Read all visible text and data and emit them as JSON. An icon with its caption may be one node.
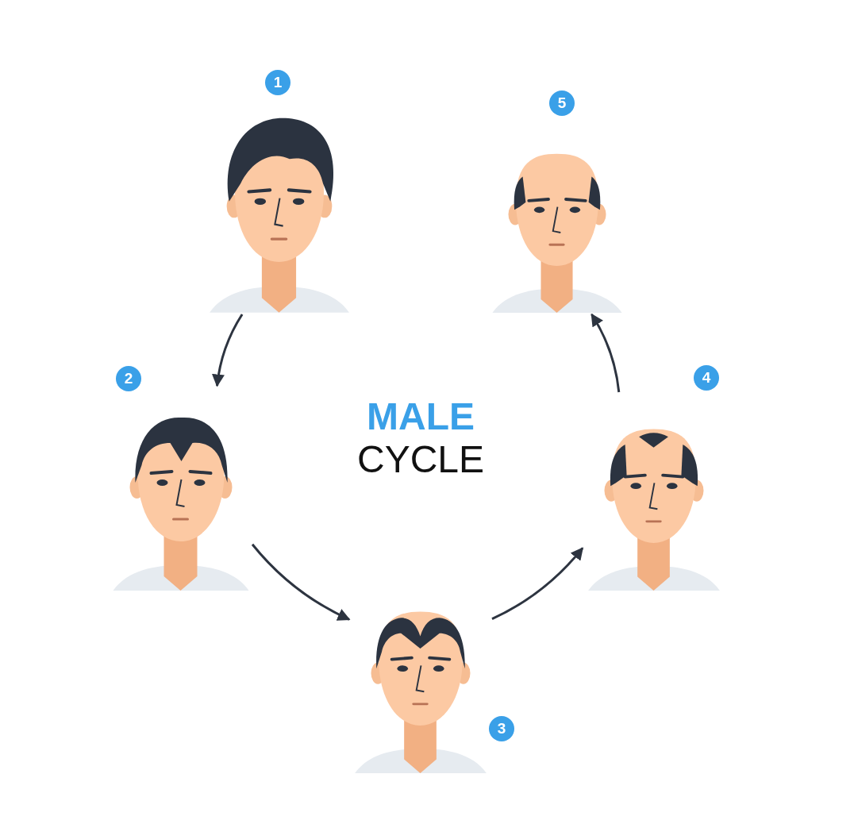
{
  "diagram": {
    "title": "MALE CYCLE",
    "nodes": [
      {
        "text": [],
        "shape": "picture",
        "beside": [
          "1"
        ]
      },
      {
        "text": [],
        "shape": "picture",
        "beside": [
          "2"
        ]
      },
      {
        "text": [],
        "shape": "picture",
        "beside": [
          "3"
        ]
      },
      {
        "text": [],
        "shape": "picture",
        "beside": [
          "4"
        ]
      },
      {
        "text": [],
        "shape": "picture",
        "beside": [
          "5"
        ]
      }
    ],
    "edges": [
      {
        "from": 0,
        "to": 1,
        "arrow": "to"
      },
      {
        "from": 1,
        "to": 2,
        "arrow": "to"
      },
      {
        "from": 2,
        "to": 3,
        "arrow": "to"
      },
      {
        "from": 3,
        "to": 4,
        "arrow": "to"
      }
    ]
  }
}
